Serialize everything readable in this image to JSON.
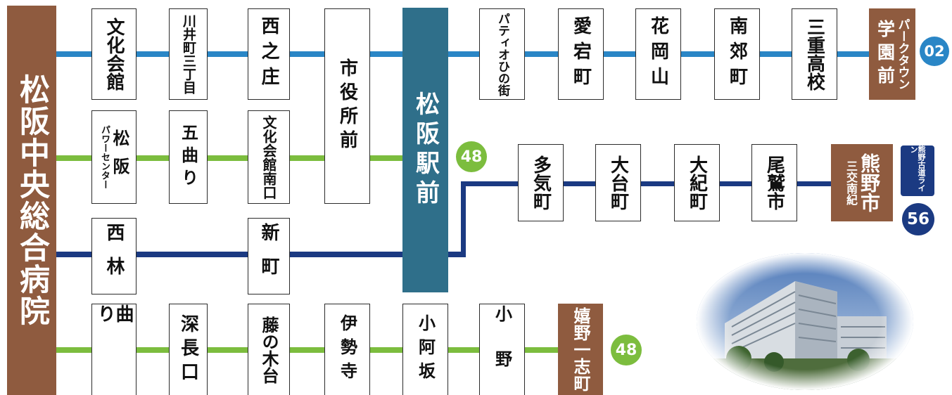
{
  "origin": "松阪中央総合病院",
  "hub": "松阪駅前",
  "colors": {
    "blue": "#2a86c6",
    "green": "#7cbd3e",
    "navy": "#1b3a82",
    "teal": "#2f6f8a",
    "brown": "#8f5b3f"
  },
  "route_blue": {
    "stops": [
      "文化会館",
      "川井町三丁目",
      "西之庄",
      "市役所前",
      "パティオひの街",
      "愛宕町",
      "花岡山",
      "南郊町",
      "三重高校"
    ],
    "terminal_main": "学園前",
    "terminal_sub": "パークタウン",
    "number": "02"
  },
  "route_green_top": {
    "stop1_main": "松阪",
    "stop1_sub": "パワーセンター",
    "stops": [
      "五曲り",
      "文化会館南口"
    ],
    "number": "48"
  },
  "route_navy": {
    "stops": [
      "西林",
      "新町",
      "多気町",
      "大台町",
      "大紀町",
      "尾鷲市"
    ],
    "terminal_main": "熊野市",
    "terminal_sub": "三交南紀",
    "line_label": "熊野古道ライン",
    "number": "56"
  },
  "route_green_bottom": {
    "stops": [
      "曲り",
      "深長口",
      "藤の木台",
      "伊勢寺",
      "小阿坂",
      "小野"
    ],
    "terminal": "嬉野一志町",
    "number": "48"
  }
}
